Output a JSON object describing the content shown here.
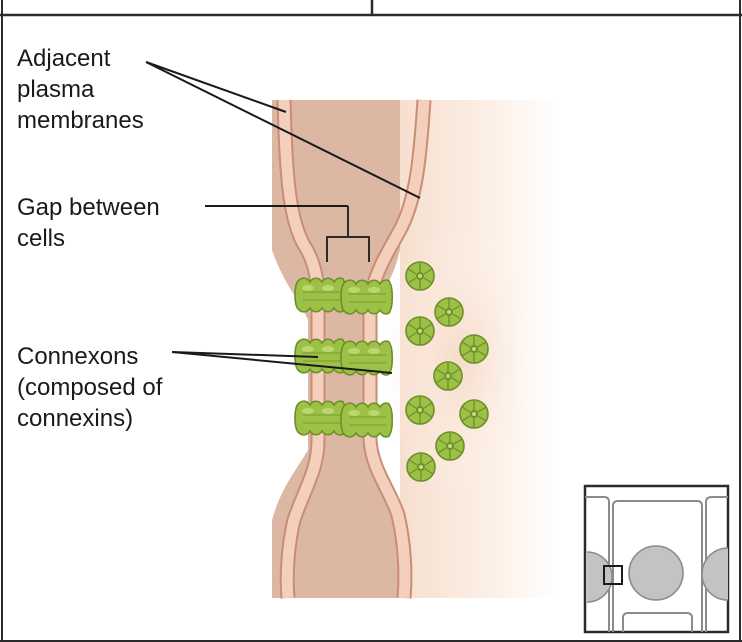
{
  "labels": {
    "membranes": [
      "Adjacent",
      "plasma",
      "membranes"
    ],
    "gap": [
      "Gap between",
      "cells"
    ],
    "connexons": [
      "Connexons",
      "(composed of",
      "connexins)"
    ]
  },
  "colors": {
    "cell_fill": "#dcb7a4",
    "membrane": "#f4cfbb",
    "membrane_edge": "#c98d76",
    "connexon": "#9dc146",
    "connexon_edge": "#6d8f2a",
    "inset_nucleus": "#c2c4c4"
  },
  "icons": {
    "connexon": "connexon-icon",
    "connexon_face": "connexon-end-view-icon"
  }
}
